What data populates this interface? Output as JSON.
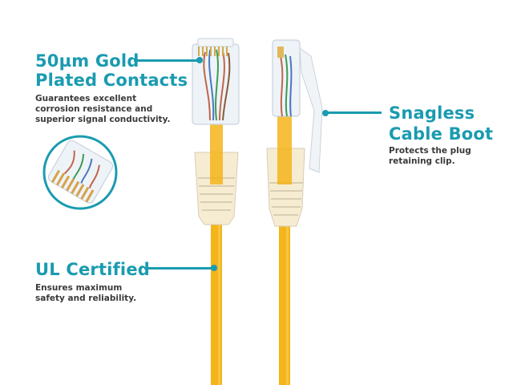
{
  "callouts": {
    "contacts": {
      "title_line1": "50µm Gold",
      "title_line2": "Plated Contacts",
      "desc_line1": "Guarantees excellent",
      "desc_line2": "corrosion resistance and",
      "desc_line3": "superior signal conductivity."
    },
    "boot": {
      "title_line1": "Snagless",
      "title_line2": "Cable Boot",
      "desc_line1": "Protects the plug",
      "desc_line2": "retaining clip."
    },
    "ul": {
      "title": "UL Certified",
      "desc_line1": "Ensures maximum",
      "desc_line2": "safety and reliability."
    }
  },
  "colors": {
    "accent": "#1a9bb0",
    "cable": "#f4b41a",
    "text": "#3a3a3a"
  }
}
